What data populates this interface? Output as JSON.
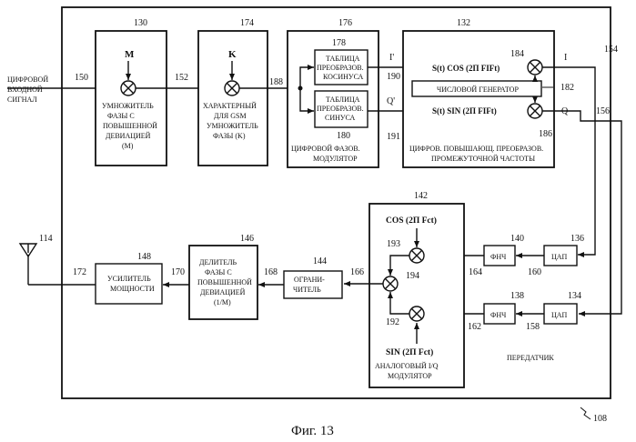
{
  "figure": {
    "caption": "Фиг. 13",
    "input_label": [
      "ЦИФРОВОЙ",
      "ВХОДНОЙ",
      "СИГНАЛ"
    ],
    "transmitter_label": "ПЕРЕДАТЧИК",
    "blocks": {
      "b130": {
        "ref": "130",
        "label": [
          "УМНОЖИТЕЛЬ",
          "ФАЗЫ С",
          "ПОВЫШЕННОЙ",
          "ДЕВИАЦИЕЙ",
          "(M)"
        ],
        "mult": "M"
      },
      "b174": {
        "ref": "174",
        "label": [
          "ХАРАКТЕРНЫЙ",
          "ДЛЯ GSM",
          "УМНОЖИТЕЛЬ",
          "ФАЗЫ (K)"
        ],
        "mult": "K"
      },
      "b176": {
        "ref": "176",
        "label": [
          "ЦИФРОВОЙ ФАЗОВ.",
          "МОДУЛЯТОР"
        ]
      },
      "b178": {
        "ref": "178",
        "label": [
          "ТАБЛИЦА",
          "ПРЕОБРАЗОВ.",
          "КОСИНУСА"
        ]
      },
      "b180": {
        "ref": "180",
        "label": [
          "ТАБЛИЦА",
          "ПРЕОБРАЗОВ.",
          "СИНУСА"
        ]
      },
      "b132": {
        "ref": "132",
        "label": [
          "ЦИФРОВ. ПОВЫШАЮЩ. ПРЕОБРАЗОВ.",
          "ПРОМЕЖУТОЧНОЙ ЧАСТОТЫ"
        ],
        "cos": "S(t) COS (2П FIFt)",
        "sin": "S(t) SIN (2П FIFt)"
      },
      "b182": {
        "ref": "182",
        "label": "ЧИСЛОВОЙ ГЕНЕРАТОР"
      },
      "b136": {
        "ref": "136",
        "label": "ЦАП"
      },
      "b134": {
        "ref": "134",
        "label": "ЦАП"
      },
      "b140": {
        "ref": "140",
        "label": "ФНЧ"
      },
      "b138": {
        "ref": "138",
        "label": "ФНЧ"
      },
      "b142": {
        "ref": "142",
        "label": [
          "АНАЛОГОВЫЙ I/Q",
          "МОДУЛЯТОР"
        ],
        "cos": "COS (2П Fct)",
        "sin": "SIN (2П Fct)"
      },
      "b144": {
        "ref": "144",
        "label": [
          "ОГРАНИ-",
          "ЧИТЕЛЬ"
        ]
      },
      "b146": {
        "ref": "146",
        "label": [
          "ДЕЛИТЕЛЬ",
          "ФАЗЫ С",
          "ПОВЫШЕННОЙ",
          "ДЕВИАЦИЕЙ",
          "(1/M)"
        ]
      },
      "b148": {
        "ref": "148",
        "label": [
          "УСИЛИТЕЛЬ",
          "МОЩНОСТИ"
        ]
      }
    },
    "refs": {
      "r150": "150",
      "r152": "152",
      "r188": "188",
      "r190": "190",
      "r191": "191",
      "r184": "184",
      "r186": "186",
      "r154": "154",
      "r156": "156",
      "r160": "160",
      "r158": "158",
      "r164": "164",
      "r162": "162",
      "r193": "193",
      "r194": "194",
      "r192": "192",
      "r166": "166",
      "r168": "168",
      "r170": "170",
      "r172": "172",
      "r114": "114",
      "r108": "108"
    },
    "signals": {
      "i_prime": "I'",
      "q_prime": "Q'",
      "i": "I",
      "q": "Q"
    }
  }
}
